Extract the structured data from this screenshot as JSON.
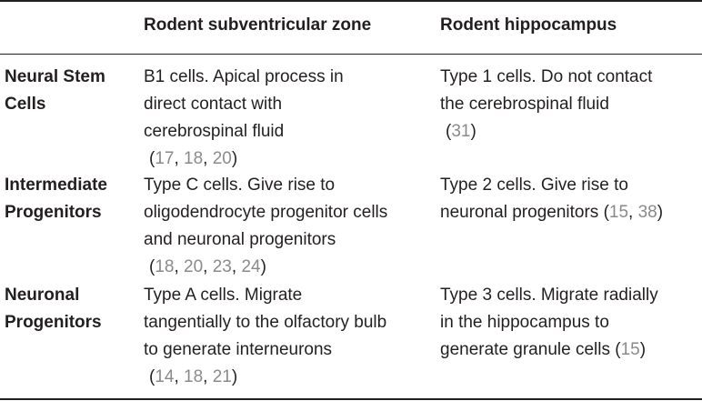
{
  "header": {
    "col1": "Rodent subventricular zone",
    "col2": "Rodent hippocampus"
  },
  "rows": [
    {
      "label": "Neural Stem\nCells",
      "c1": {
        "text": "B1 cells. Apical process in\ndirect contact with\ncerebrospinal fluid",
        "refs": [
          "17",
          "18",
          "20"
        ]
      },
      "c2": {
        "text": "Type 1 cells. Do not contact\nthe cerebrospinal fluid",
        "refs": [
          "31"
        ]
      }
    },
    {
      "label": "Intermediate\nProgenitors",
      "c1": {
        "text": "Type C cells. Give rise to\noligodendrocyte progenitor cells\nand neuronal progenitors",
        "refs": [
          "18",
          "20",
          "23",
          "24"
        ]
      },
      "c2": {
        "text": "Type 2 cells. Give rise to\nneuronal progenitors",
        "refs": [
          "15",
          "38"
        ]
      }
    },
    {
      "label": "Neuronal\nProgenitors",
      "c1": {
        "text": "Type A cells. Migrate\ntangentially to the olfactory bulb\nto generate interneurons",
        "refs": [
          "14",
          "18",
          "21"
        ]
      },
      "c2": {
        "text": "Type 3 cells. Migrate radially\nin the hippocampus to\ngenerate granule cells",
        "refs": [
          "15"
        ]
      }
    }
  ]
}
